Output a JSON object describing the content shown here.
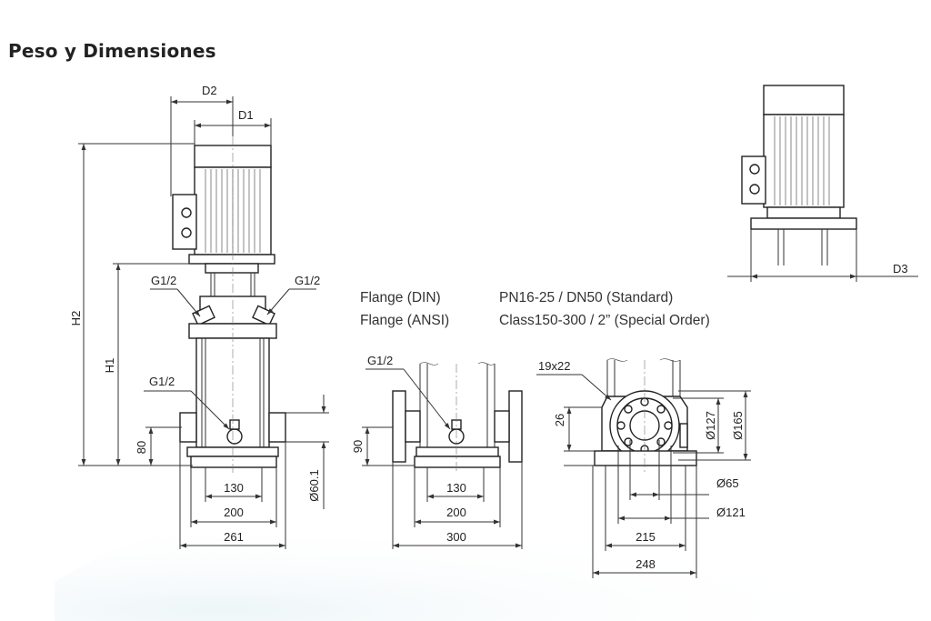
{
  "title": "Peso y Dimensiones",
  "spec": {
    "din_label": "Flange (DIN)",
    "din_value": "PN16-25 / DN50 (Standard)",
    "ansi_label": "Flange (ANSI)",
    "ansi_value": "Class150-300 / 2” (Special Order)"
  },
  "front_view": {
    "d2": "D2",
    "d1": "D1",
    "h2": "H2",
    "h1": "H1",
    "g_left": "G1/2",
    "g_right": "G1/2",
    "g_lower": "G1/2",
    "h80": "80",
    "d130": "130",
    "d200": "200",
    "d261": "261",
    "dia60": "Ø60.1"
  },
  "side_view": {
    "g": "G1/2",
    "h90": "90",
    "d130": "130",
    "d200": "200",
    "d300": "300"
  },
  "flange_view": {
    "bolt": "19x22",
    "h26": "26",
    "dia127": "Ø127",
    "dia165": "Ø165",
    "dia65": "Ø65",
    "dia121": "Ø121",
    "d215": "215",
    "d248": "248"
  },
  "motor_view": {
    "d3": "D3"
  }
}
